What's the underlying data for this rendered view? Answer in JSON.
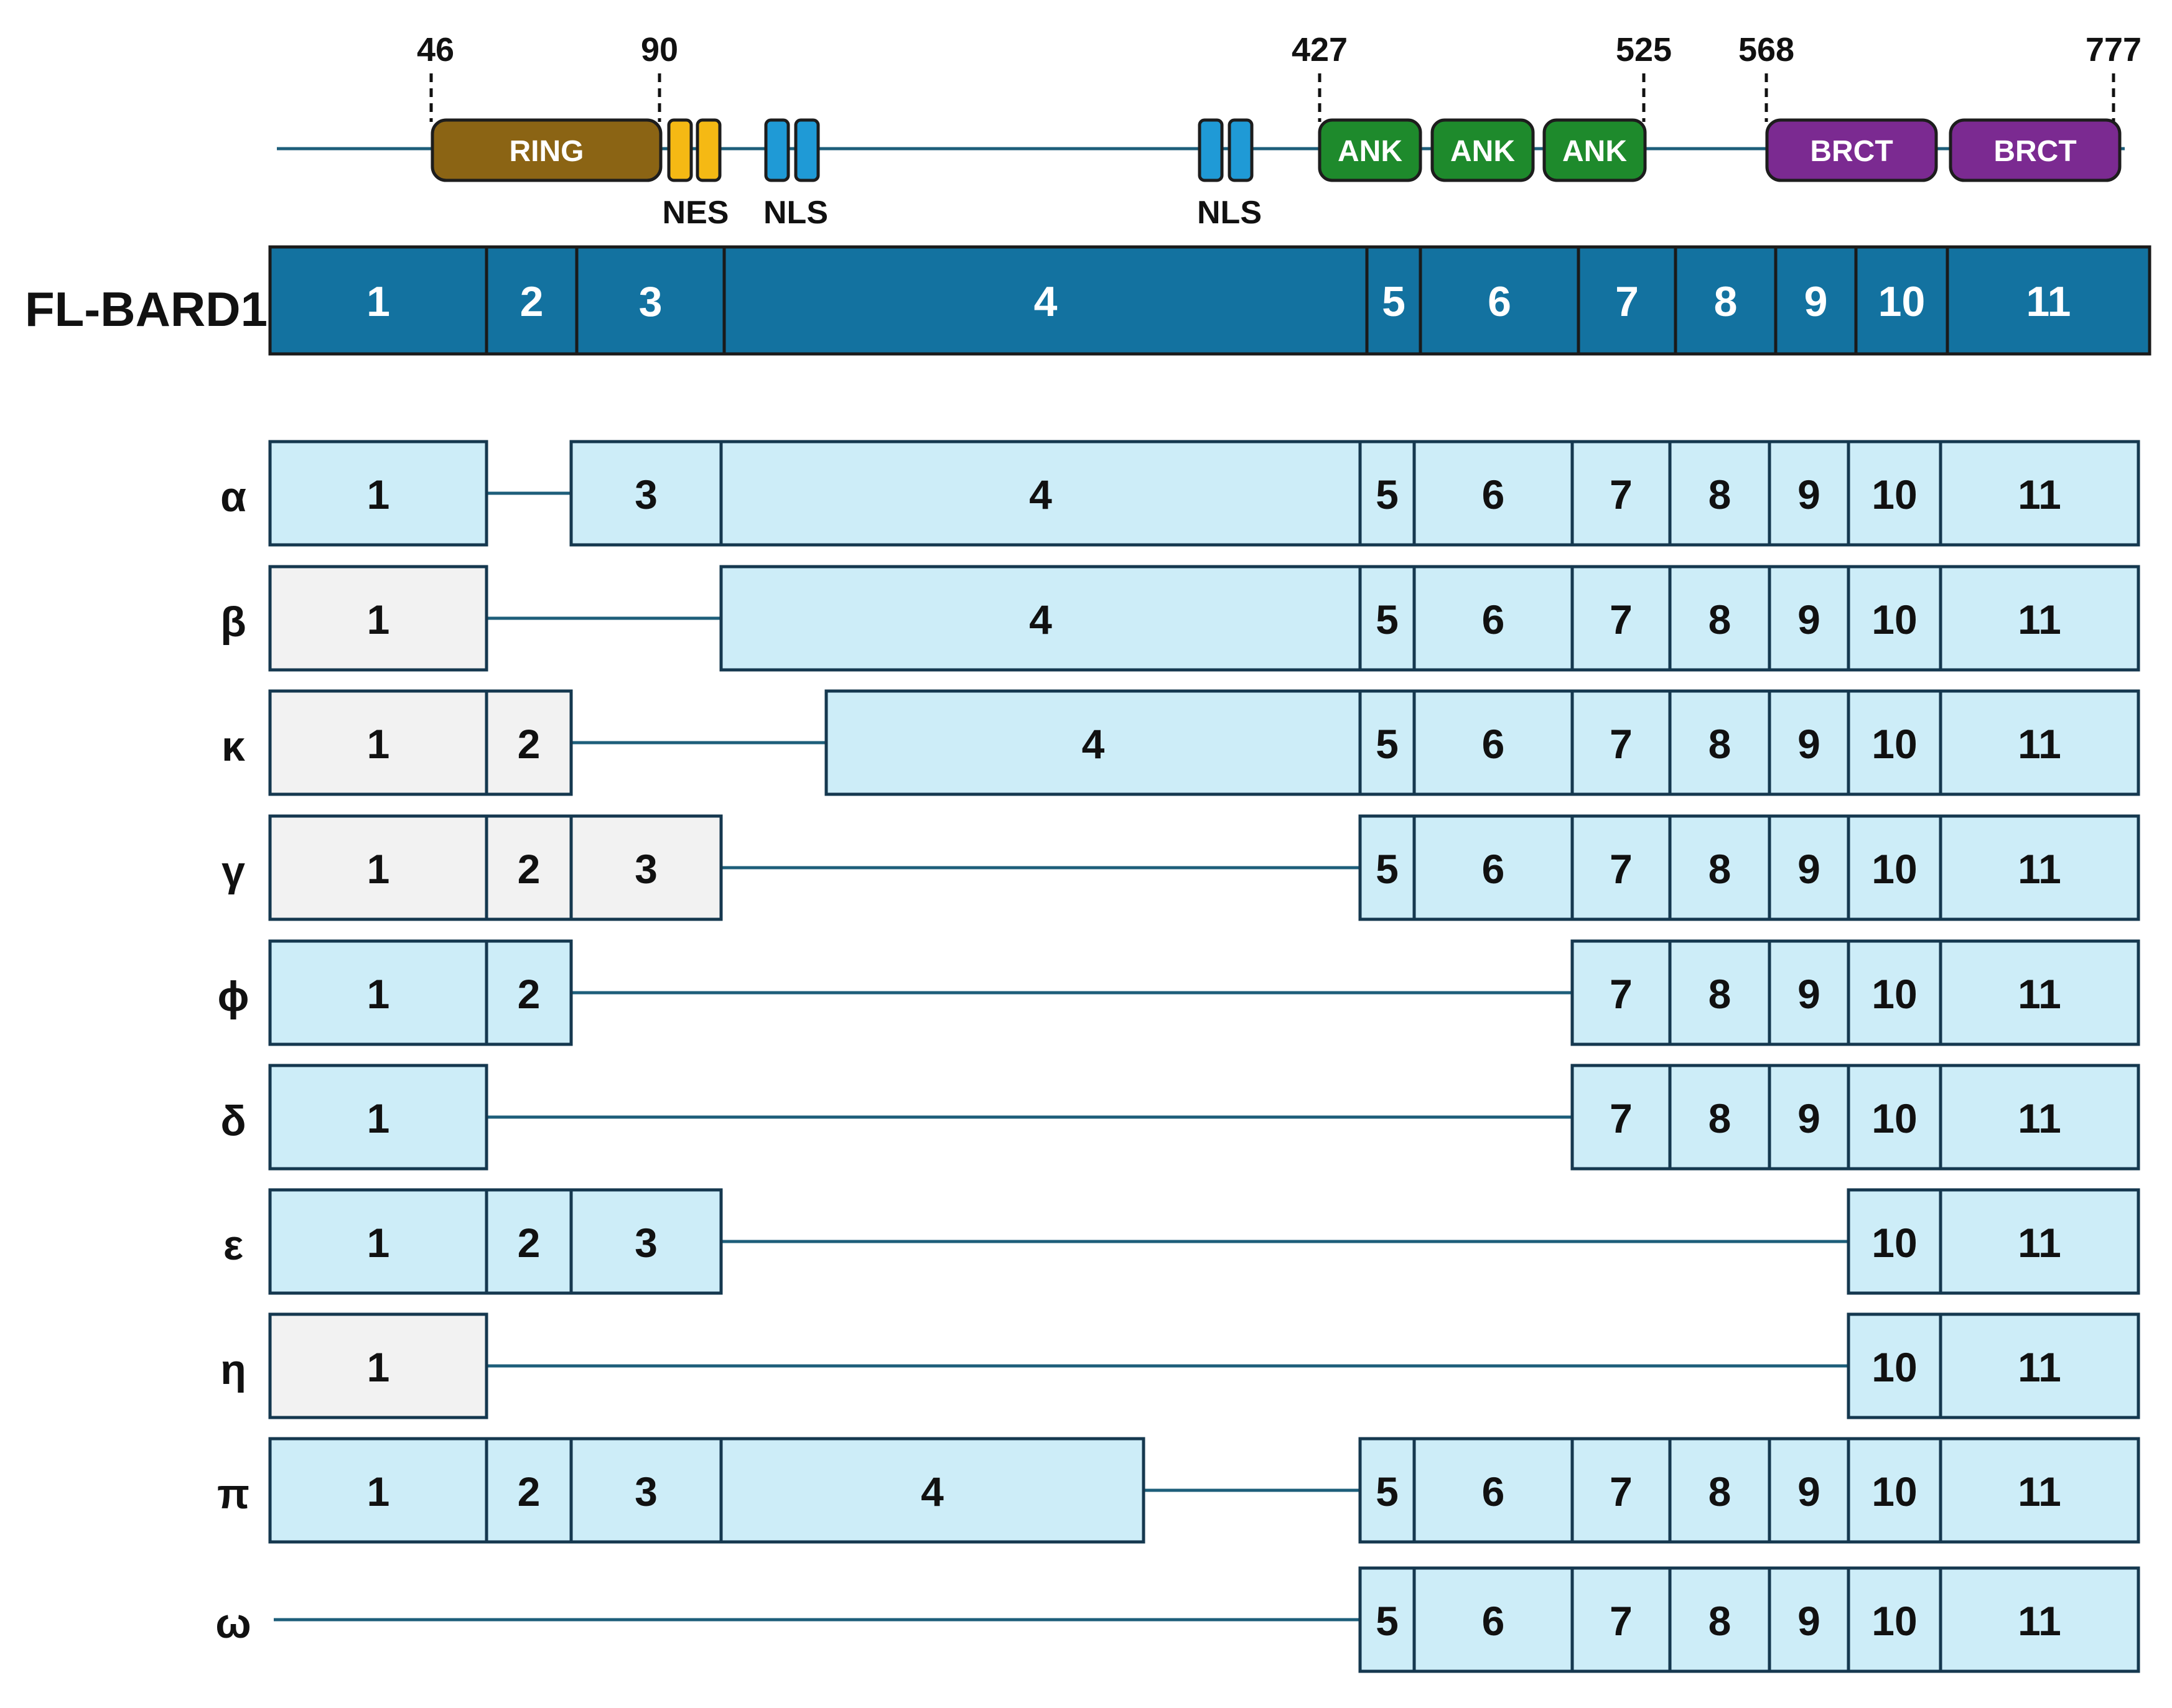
{
  "positions": [
    {
      "id": "p46",
      "label": "46"
    },
    {
      "id": "p90",
      "label": "90"
    },
    {
      "id": "p427",
      "label": "427"
    },
    {
      "id": "p525",
      "label": "525"
    },
    {
      "id": "p568",
      "label": "568"
    },
    {
      "id": "p777",
      "label": "777"
    }
  ],
  "domains": [
    {
      "id": "ring",
      "label": "RING",
      "color": "#8B6414"
    },
    {
      "id": "nes-1",
      "label": "",
      "color": "#F5B914"
    },
    {
      "id": "nes-2",
      "label": "",
      "color": "#F5B914"
    },
    {
      "id": "nls-1",
      "label": "",
      "color": "#1F9AD6"
    },
    {
      "id": "nls-2",
      "label": "",
      "color": "#1F9AD6"
    },
    {
      "id": "nls-3",
      "label": "",
      "color": "#1F9AD6"
    },
    {
      "id": "nls-4",
      "label": "",
      "color": "#1F9AD6"
    },
    {
      "id": "ank-1",
      "label": "ANK",
      "color": "#1E8A2C"
    },
    {
      "id": "ank-2",
      "label": "ANK",
      "color": "#1E8A2C"
    },
    {
      "id": "ank-3",
      "label": "ANK",
      "color": "#1E8A2C"
    },
    {
      "id": "brct-1",
      "label": "BRCT",
      "color": "#7B2A91"
    },
    {
      "id": "brct-2",
      "label": "BRCT",
      "color": "#7B2A91"
    }
  ],
  "motif_labels": [
    {
      "id": "nes",
      "label": "NES"
    },
    {
      "id": "nls-a",
      "label": "NLS"
    },
    {
      "id": "nls-b",
      "label": "NLS"
    }
  ],
  "full_length": {
    "name": "FL-BARD1",
    "color": "#1372A0",
    "exons": [
      "1",
      "2",
      "3",
      "4",
      "5",
      "6",
      "7",
      "8",
      "9",
      "10",
      "11"
    ]
  },
  "colors": {
    "coding_exon": "#CDEDF8",
    "noncoding_exon": "#F2F2F2",
    "connector": "#1D5E7A",
    "border": "#15384F"
  },
  "isoforms": [
    {
      "name": "α",
      "exons": [
        {
          "n": "1",
          "shade": "coding"
        },
        {
          "n": "3",
          "shade": "coding"
        },
        {
          "n": "4",
          "shade": "coding"
        },
        {
          "n": "5",
          "shade": "coding"
        },
        {
          "n": "6",
          "shade": "coding"
        },
        {
          "n": "7",
          "shade": "coding"
        },
        {
          "n": "8",
          "shade": "coding"
        },
        {
          "n": "9",
          "shade": "coding"
        },
        {
          "n": "10",
          "shade": "coding"
        },
        {
          "n": "11",
          "shade": "coding"
        }
      ]
    },
    {
      "name": "β",
      "exons": [
        {
          "n": "1",
          "shade": "noncoding"
        },
        {
          "n": "4",
          "shade": "coding"
        },
        {
          "n": "5",
          "shade": "coding"
        },
        {
          "n": "6",
          "shade": "coding"
        },
        {
          "n": "7",
          "shade": "coding"
        },
        {
          "n": "8",
          "shade": "coding"
        },
        {
          "n": "9",
          "shade": "coding"
        },
        {
          "n": "10",
          "shade": "coding"
        },
        {
          "n": "11",
          "shade": "coding"
        }
      ]
    },
    {
      "name": "κ",
      "exons": [
        {
          "n": "1",
          "shade": "noncoding"
        },
        {
          "n": "2",
          "shade": "noncoding"
        },
        {
          "n": "4",
          "shade": "coding",
          "partial": true
        },
        {
          "n": "5",
          "shade": "coding"
        },
        {
          "n": "6",
          "shade": "coding"
        },
        {
          "n": "7",
          "shade": "coding"
        },
        {
          "n": "8",
          "shade": "coding"
        },
        {
          "n": "9",
          "shade": "coding"
        },
        {
          "n": "10",
          "shade": "coding"
        },
        {
          "n": "11",
          "shade": "coding"
        }
      ]
    },
    {
      "name": "γ",
      "exons": [
        {
          "n": "1",
          "shade": "noncoding"
        },
        {
          "n": "2",
          "shade": "noncoding"
        },
        {
          "n": "3",
          "shade": "noncoding"
        },
        {
          "n": "5",
          "shade": "coding"
        },
        {
          "n": "6",
          "shade": "coding"
        },
        {
          "n": "7",
          "shade": "coding"
        },
        {
          "n": "8",
          "shade": "coding"
        },
        {
          "n": "9",
          "shade": "coding"
        },
        {
          "n": "10",
          "shade": "coding"
        },
        {
          "n": "11",
          "shade": "coding"
        }
      ]
    },
    {
      "name": "ϕ",
      "exons": [
        {
          "n": "1",
          "shade": "coding"
        },
        {
          "n": "2",
          "shade": "coding"
        },
        {
          "n": "7",
          "shade": "coding"
        },
        {
          "n": "8",
          "shade": "coding"
        },
        {
          "n": "9",
          "shade": "coding"
        },
        {
          "n": "10",
          "shade": "coding"
        },
        {
          "n": "11",
          "shade": "coding"
        }
      ]
    },
    {
      "name": "δ",
      "exons": [
        {
          "n": "1",
          "shade": "coding"
        },
        {
          "n": "7",
          "shade": "coding"
        },
        {
          "n": "8",
          "shade": "coding"
        },
        {
          "n": "9",
          "shade": "coding"
        },
        {
          "n": "10",
          "shade": "coding"
        },
        {
          "n": "11",
          "shade": "coding"
        }
      ]
    },
    {
      "name": "ε",
      "exons": [
        {
          "n": "1",
          "shade": "coding"
        },
        {
          "n": "2",
          "shade": "coding"
        },
        {
          "n": "3",
          "shade": "coding"
        },
        {
          "n": "10",
          "shade": "coding"
        },
        {
          "n": "11",
          "shade": "coding"
        }
      ]
    },
    {
      "name": "η",
      "exons": [
        {
          "n": "1",
          "shade": "noncoding"
        },
        {
          "n": "10",
          "shade": "coding"
        },
        {
          "n": "11",
          "shade": "coding"
        }
      ]
    },
    {
      "name": "π",
      "exons": [
        {
          "n": "1",
          "shade": "coding"
        },
        {
          "n": "2",
          "shade": "coding"
        },
        {
          "n": "3",
          "shade": "coding"
        },
        {
          "n": "4",
          "shade": "coding",
          "partial": true
        },
        {
          "n": "5",
          "shade": "coding"
        },
        {
          "n": "6",
          "shade": "coding"
        },
        {
          "n": "7",
          "shade": "coding"
        },
        {
          "n": "8",
          "shade": "coding"
        },
        {
          "n": "9",
          "shade": "coding"
        },
        {
          "n": "10",
          "shade": "coding"
        },
        {
          "n": "11",
          "shade": "coding"
        }
      ]
    },
    {
      "name": "ω",
      "leading_line": true,
      "exons": [
        {
          "n": "5",
          "shade": "coding"
        },
        {
          "n": "6",
          "shade": "coding"
        },
        {
          "n": "7",
          "shade": "coding"
        },
        {
          "n": "8",
          "shade": "coding"
        },
        {
          "n": "9",
          "shade": "coding"
        },
        {
          "n": "10",
          "shade": "coding"
        },
        {
          "n": "11",
          "shade": "coding"
        }
      ]
    }
  ]
}
